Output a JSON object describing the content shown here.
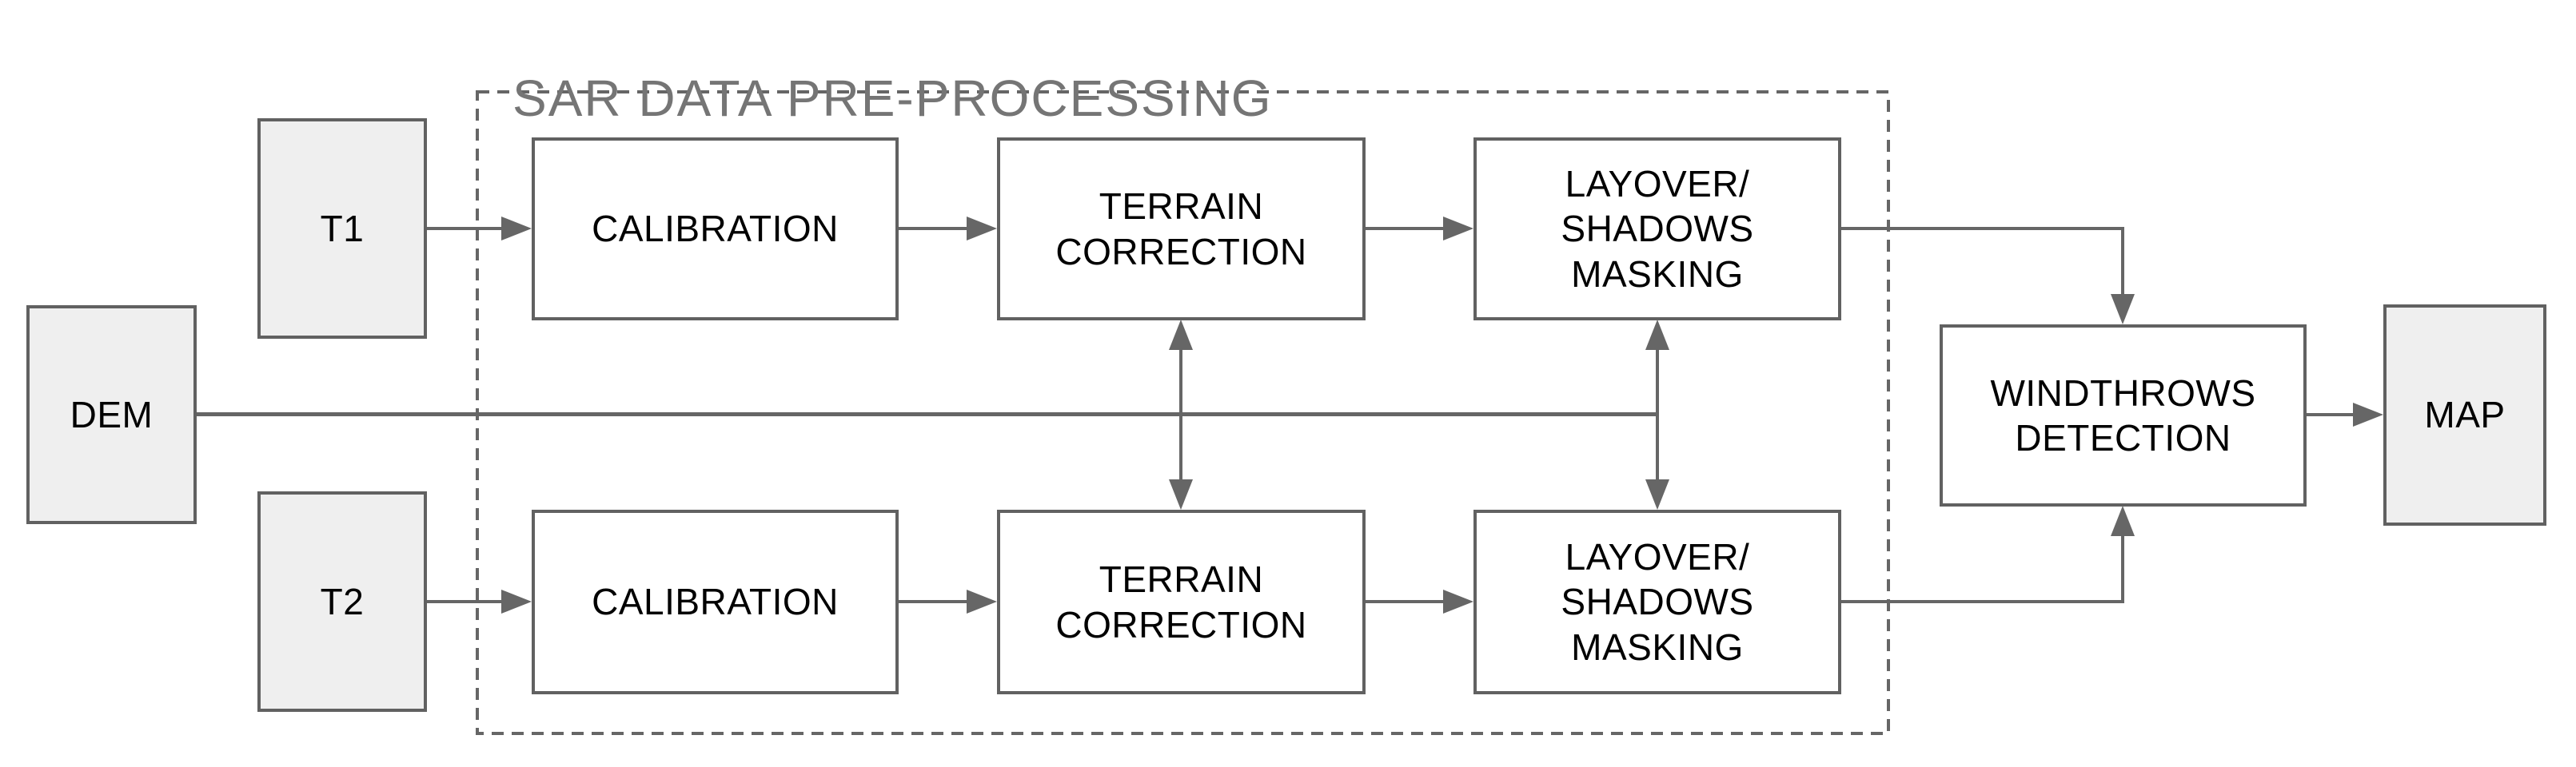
{
  "diagram": {
    "title": "SAR DATA PRE-PROCESSING",
    "type": "flowchart",
    "nodes": {
      "dem": {
        "label": "DEM",
        "kind": "input",
        "fill": "gray"
      },
      "t1": {
        "label": "T1",
        "kind": "input",
        "fill": "gray"
      },
      "t2": {
        "label": "T2",
        "kind": "input",
        "fill": "gray"
      },
      "calibration_t1": {
        "label": "CALIBRATION",
        "kind": "process",
        "fill": "white"
      },
      "calibration_t2": {
        "label": "CALIBRATION",
        "kind": "process",
        "fill": "white"
      },
      "terrain_correction_t1": {
        "label": "TERRAIN\nCORRECTION",
        "kind": "process",
        "fill": "white"
      },
      "terrain_correction_t2": {
        "label": "TERRAIN\nCORRECTION",
        "kind": "process",
        "fill": "white"
      },
      "layover_shadows_masking_t1": {
        "label": "LAYOVER/\nSHADOWS\nMASKING",
        "kind": "process",
        "fill": "white"
      },
      "layover_shadows_masking_t2": {
        "label": "LAYOVER/\nSHADOWS\nMASKING",
        "kind": "process",
        "fill": "white"
      },
      "windthrows_detection": {
        "label": "WINDTHROWS\nDETECTION",
        "kind": "process",
        "fill": "white"
      },
      "map": {
        "label": "MAP",
        "kind": "output",
        "fill": "gray"
      }
    },
    "group": {
      "label": "SAR DATA PRE-PROCESSING",
      "style": "dashed",
      "contains": [
        "calibration_t1",
        "calibration_t2",
        "terrain_correction_t1",
        "terrain_correction_t2",
        "layover_shadows_masking_t1",
        "layover_shadows_masking_t2"
      ]
    },
    "edges": [
      {
        "from": "T1",
        "to": "CALIBRATION (top)",
        "direction": "one-way"
      },
      {
        "from": "T2",
        "to": "CALIBRATION (bottom)",
        "direction": "one-way"
      },
      {
        "from": "CALIBRATION (top)",
        "to": "TERRAIN CORRECTION (top)",
        "direction": "one-way"
      },
      {
        "from": "CALIBRATION (bottom)",
        "to": "TERRAIN CORRECTION (bottom)",
        "direction": "one-way"
      },
      {
        "from": "TERRAIN CORRECTION (top)",
        "to": "LAYOVER/SHADOWS MASKING (top)",
        "direction": "one-way"
      },
      {
        "from": "TERRAIN CORRECTION (bottom)",
        "to": "LAYOVER/SHADOWS MASKING (bottom)",
        "direction": "one-way"
      },
      {
        "from": "DEM",
        "to": "TERRAIN CORRECTION (top & bottom)",
        "direction": "two-way"
      },
      {
        "from": "DEM",
        "to": "LAYOVER/SHADOWS MASKING (top & bottom)",
        "direction": "two-way"
      },
      {
        "from": "LAYOVER/SHADOWS MASKING (top)",
        "to": "WINDTHROWS DETECTION",
        "direction": "one-way"
      },
      {
        "from": "LAYOVER/SHADOWS MASKING (bottom)",
        "to": "WINDTHROWS DETECTION",
        "direction": "one-way"
      },
      {
        "from": "WINDTHROWS DETECTION",
        "to": "MAP",
        "direction": "one-way"
      }
    ],
    "colors": {
      "box_border": "#616161",
      "connector": "#666666",
      "box_fill_gray": "#efefef",
      "box_fill_white": "#ffffff",
      "title_text": "#757575",
      "label_text": "#000000",
      "background": "#ffffff"
    }
  }
}
